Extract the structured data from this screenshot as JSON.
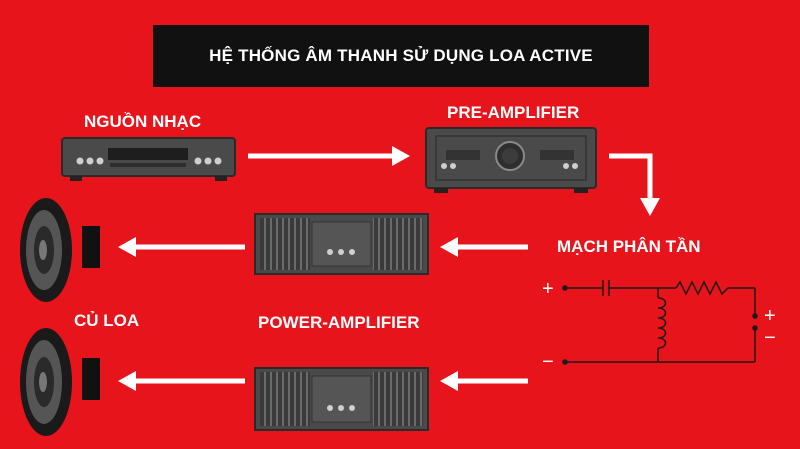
{
  "title": "HỆ THỐNG ÂM THANH SỬ DỤNG LOA ACTIVE",
  "labels": {
    "source": "NGUỒN NHẠC",
    "preamp": "PRE-AMPLIFIER",
    "crossover": "MẠCH PHÂN TẦN",
    "speaker": "CỦ LOA",
    "power_amp": "POWER-AMPLIFIER"
  },
  "circuit": {
    "plus_in": "+",
    "minus_in": "−",
    "plus_out": "+",
    "minus_out": "−"
  },
  "colors": {
    "background": "#e8141b",
    "title_bg": "#111111",
    "text": "#ffffff",
    "device": "#4a4a4a"
  }
}
